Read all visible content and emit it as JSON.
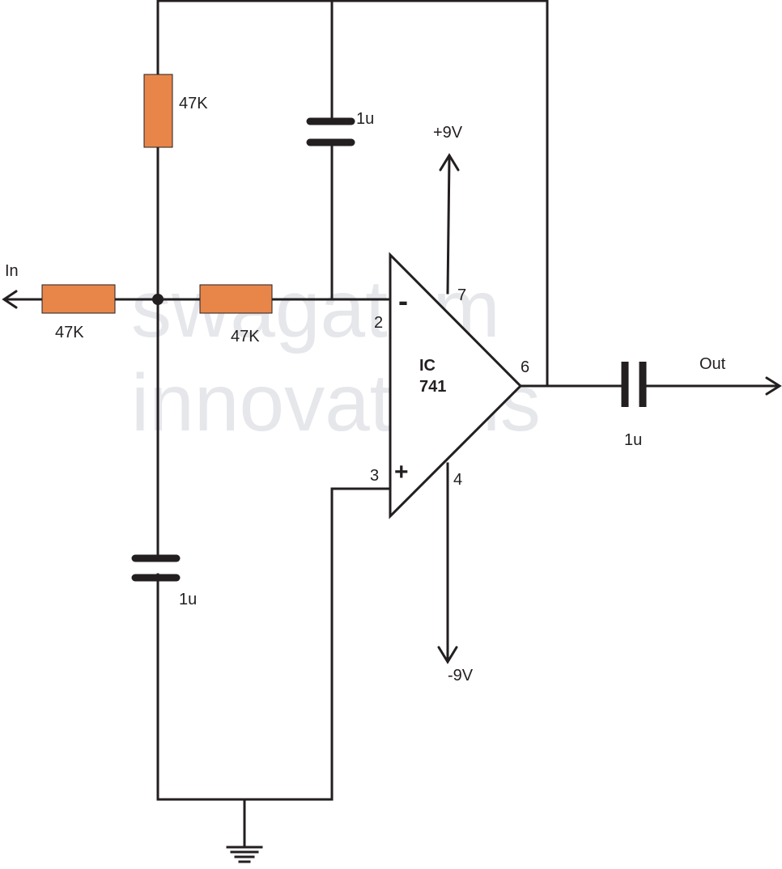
{
  "colors": {
    "wire": "#231f20",
    "resistor": "#e8864a",
    "watermark": "#e6e7eb",
    "background": "#ffffff"
  },
  "watermark": {
    "line1": "swagatam",
    "line2": "innovations"
  },
  "labels": {
    "input": "In",
    "output": "Out",
    "vcc": "+9V",
    "vee": "-9V"
  },
  "opamp": {
    "name_line1": "IC",
    "name_line2": "741",
    "inverting_sign": "-",
    "noninverting_sign": "+",
    "pin_inverting": "2",
    "pin_noninverting": "3",
    "pin_output": "6",
    "pin_vcc": "7",
    "pin_vee": "4"
  },
  "components": {
    "r_top": "47K",
    "r_input": "47K",
    "r_series": "47K",
    "c_feedback": "1u",
    "c_ground": "1u",
    "c_output": "1u"
  }
}
